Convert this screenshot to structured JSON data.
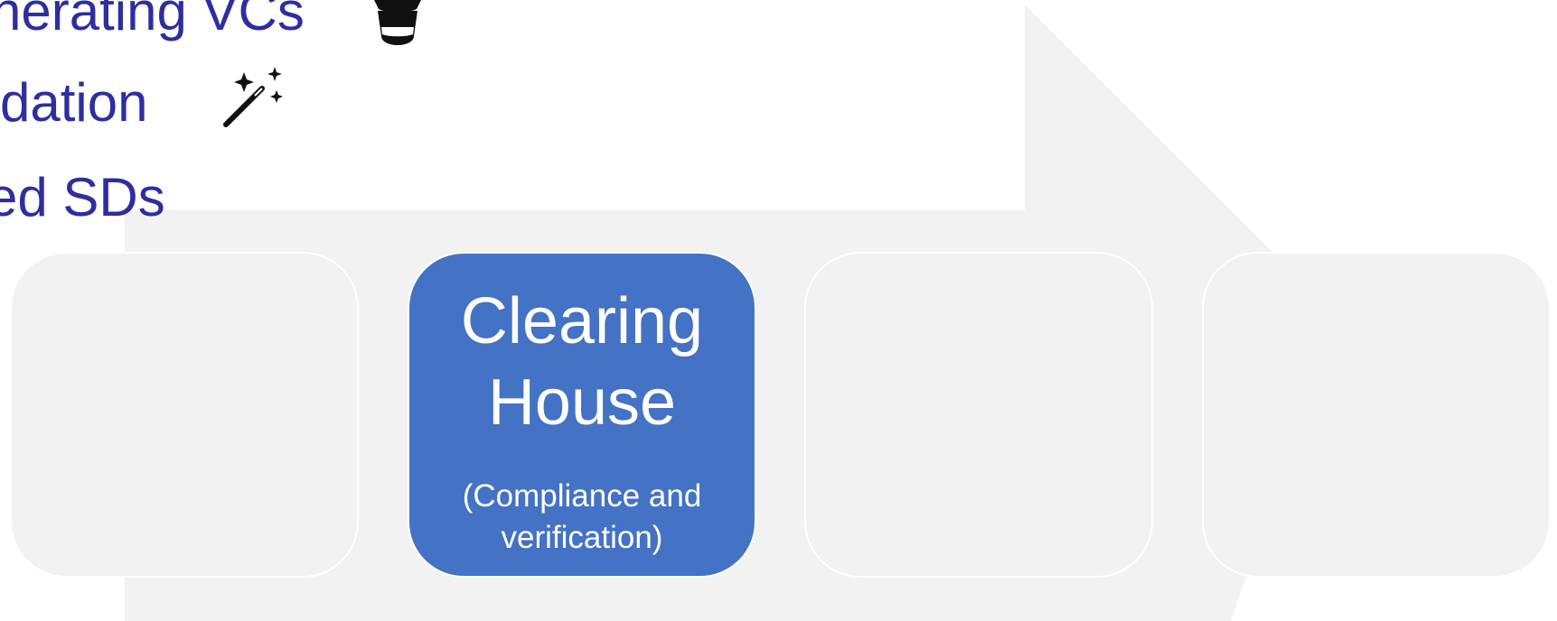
{
  "slide": {
    "bullets": [
      {
        "text": "nerating VCs",
        "icon": "magic-hat-icon"
      },
      {
        "text": "dation",
        "icon": "magic-wand-icon"
      },
      {
        "text": "ed SDs"
      }
    ],
    "process": {
      "arrow_color": "#F2F2F2",
      "steps": [
        {
          "title": "",
          "subtitle": "",
          "color": "#F2F2F2"
        },
        {
          "title": "Clearing\nHouse",
          "subtitle": "(Compliance and\nverification)",
          "color": "#4472C4"
        },
        {
          "title": "",
          "subtitle": "",
          "color": "#F2F2F2"
        },
        {
          "title": "",
          "subtitle": "",
          "color": "#F2F2F2"
        }
      ]
    },
    "colors": {
      "text": "#2E2EA0",
      "accent": "#4472C4",
      "background": "#FFFFFF"
    }
  }
}
